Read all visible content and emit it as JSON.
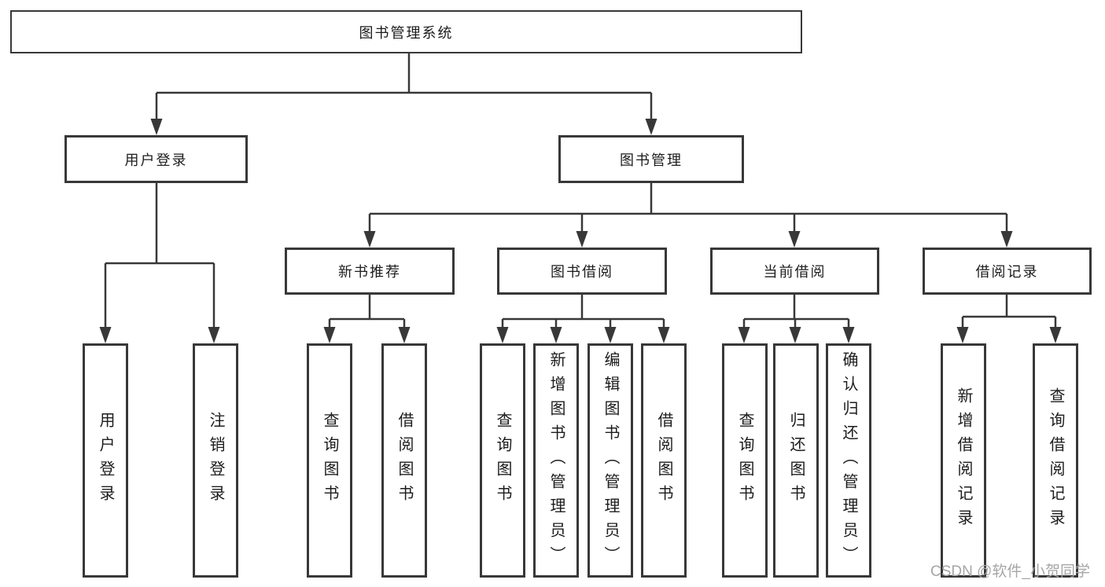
{
  "colors": {
    "line": "#383838",
    "box_background": "#ffffff",
    "text": "#1c1c1c",
    "watermark": "#a6a6a6"
  },
  "watermark": {
    "text": "CSDN @软件_小贺同学"
  },
  "tree": {
    "root": {
      "label": "图书管理系统"
    },
    "branches": [
      {
        "label": "用户登录",
        "children": [
          {
            "label": "用户登录"
          },
          {
            "label": "注销登录"
          }
        ]
      },
      {
        "label": "图书管理",
        "children": [
          {
            "label": "新书推荐",
            "children": [
              {
                "label": "查询图书"
              },
              {
                "label": "借阅图书"
              }
            ]
          },
          {
            "label": "图书借阅",
            "children": [
              {
                "label": "查询图书"
              },
              {
                "label": "新增图书（管理员）"
              },
              {
                "label": "编辑图书（管理员）"
              },
              {
                "label": "借阅图书"
              }
            ]
          },
          {
            "label": "当前借阅",
            "children": [
              {
                "label": "查询图书"
              },
              {
                "label": "归还图书"
              },
              {
                "label": "确认归还（管理员）"
              }
            ]
          },
          {
            "label": "借阅记录",
            "children": [
              {
                "label": "新增借阅记录"
              },
              {
                "label": "查询借阅记录"
              }
            ]
          }
        ]
      }
    ]
  }
}
